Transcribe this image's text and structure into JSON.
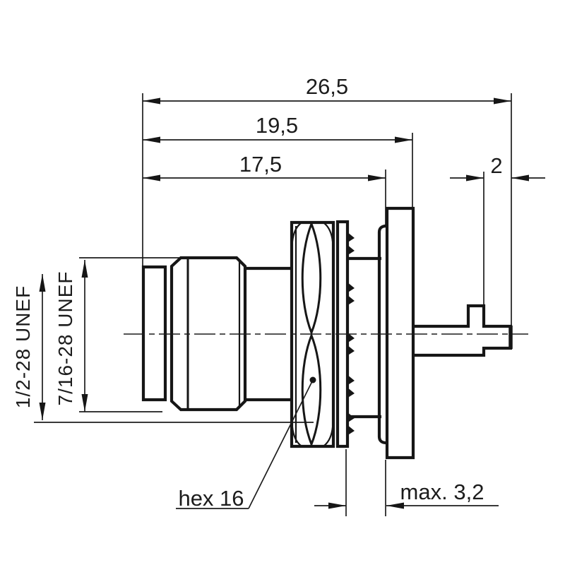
{
  "drawing": {
    "type": "technical-dimension-drawing",
    "background_color": "#ffffff",
    "line_color": "#161616",
    "dimensions": {
      "overall_length": "26,5",
      "length_to_flange_back": "19,5",
      "length_to_flange_front": "17,5",
      "pin_length": "2",
      "panel_thickness_max": "max. 3,2"
    },
    "labels": {
      "front_thread": "1/2-28 UNEF",
      "coupling_thread": "7/16-28 UNEF",
      "hex_size": "hex 16"
    }
  }
}
